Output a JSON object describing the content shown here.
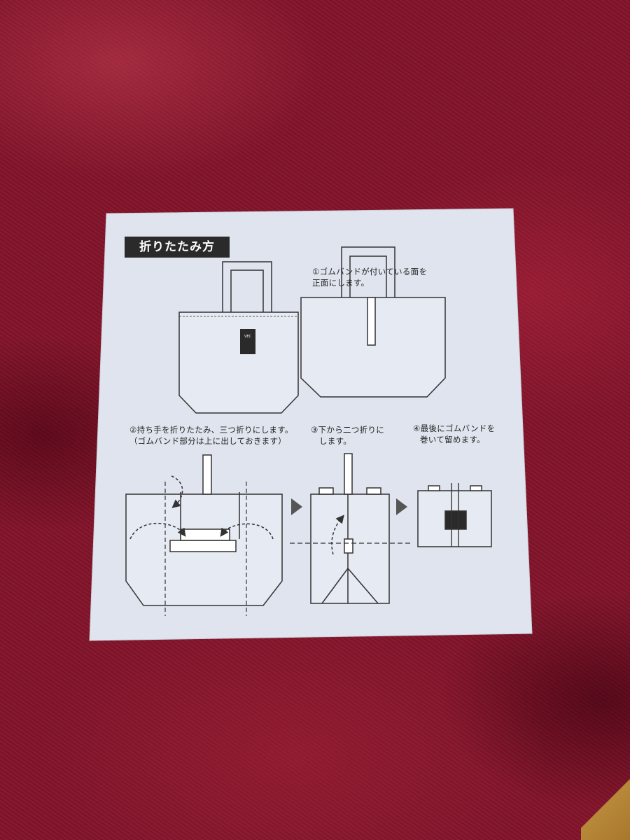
{
  "title": "折りたたみ方",
  "logo_text": "VEC",
  "steps": [
    {
      "line1": "①ゴムバンドが付いている面を",
      "line2": "正面にします。"
    },
    {
      "line1": "②持ち手を折りたたみ、三つ折りにします。",
      "line2": "（ゴムバンド部分は上に出しておきます）"
    },
    {
      "line1": "③下から二つ折りに",
      "line2": "します。"
    },
    {
      "line1": "④最後にゴムバンドを",
      "line2": "巻いて留めます。"
    }
  ],
  "colors": {
    "paper": "#dfe4ee",
    "fabric": "#82142a",
    "ink": "#2a2a2a"
  }
}
